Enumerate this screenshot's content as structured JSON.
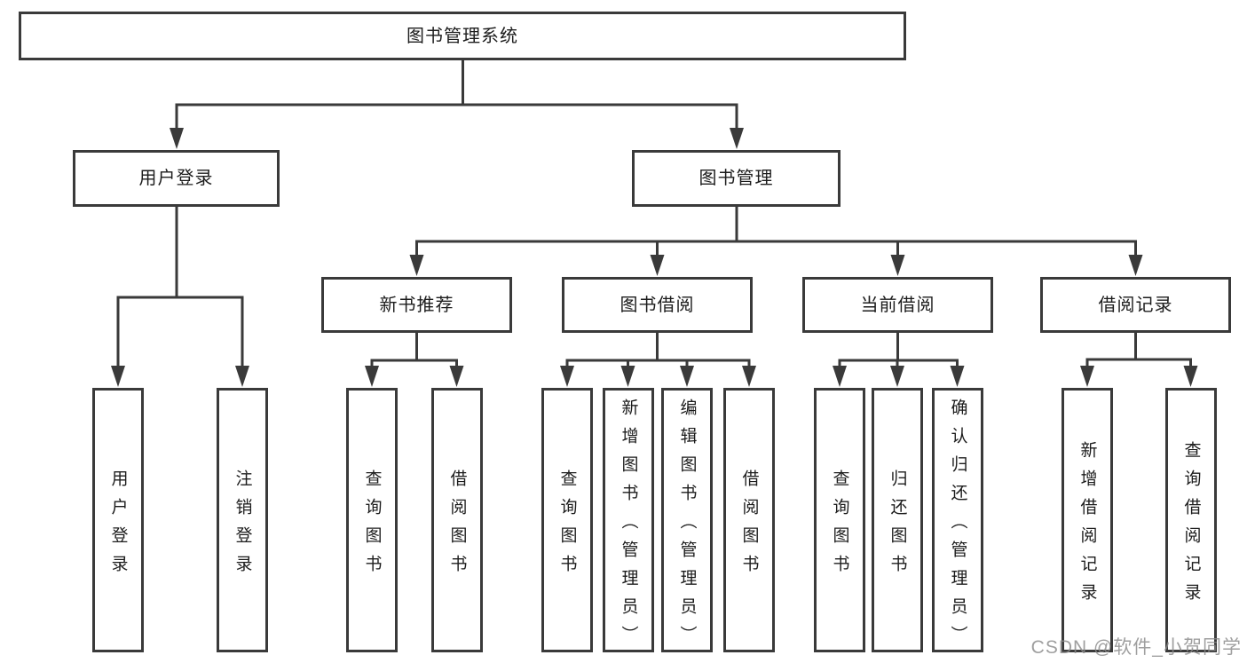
{
  "colors": {
    "line": "#3a3a3a",
    "text": "#1c1c1c",
    "background": "#ffffff",
    "watermark": "#8a8a8a"
  },
  "tree": {
    "root": {
      "label": "图书管理系统",
      "children": [
        {
          "label": "用户登录",
          "children": [
            {
              "label": "用户登录"
            },
            {
              "label": "注销登录"
            }
          ]
        },
        {
          "label": "图书管理",
          "children": [
            {
              "label": "新书推荐",
              "children": [
                {
                  "label": "查询图书"
                },
                {
                  "label": "借阅图书"
                }
              ]
            },
            {
              "label": "图书借阅",
              "children": [
                {
                  "label": "查询图书"
                },
                {
                  "label": "新增图书（管理员）"
                },
                {
                  "label": "编辑图书（管理员）"
                },
                {
                  "label": "借阅图书"
                }
              ]
            },
            {
              "label": "当前借阅",
              "children": [
                {
                  "label": "查询图书"
                },
                {
                  "label": "归还图书"
                },
                {
                  "label": "确认归还（管理员）"
                }
              ]
            },
            {
              "label": "借阅记录",
              "children": [
                {
                  "label": "新增借阅记录"
                },
                {
                  "label": "查询借阅记录"
                }
              ]
            }
          ]
        }
      ]
    }
  },
  "watermark": {
    "text": "CSDN @软件_小贺同学"
  }
}
